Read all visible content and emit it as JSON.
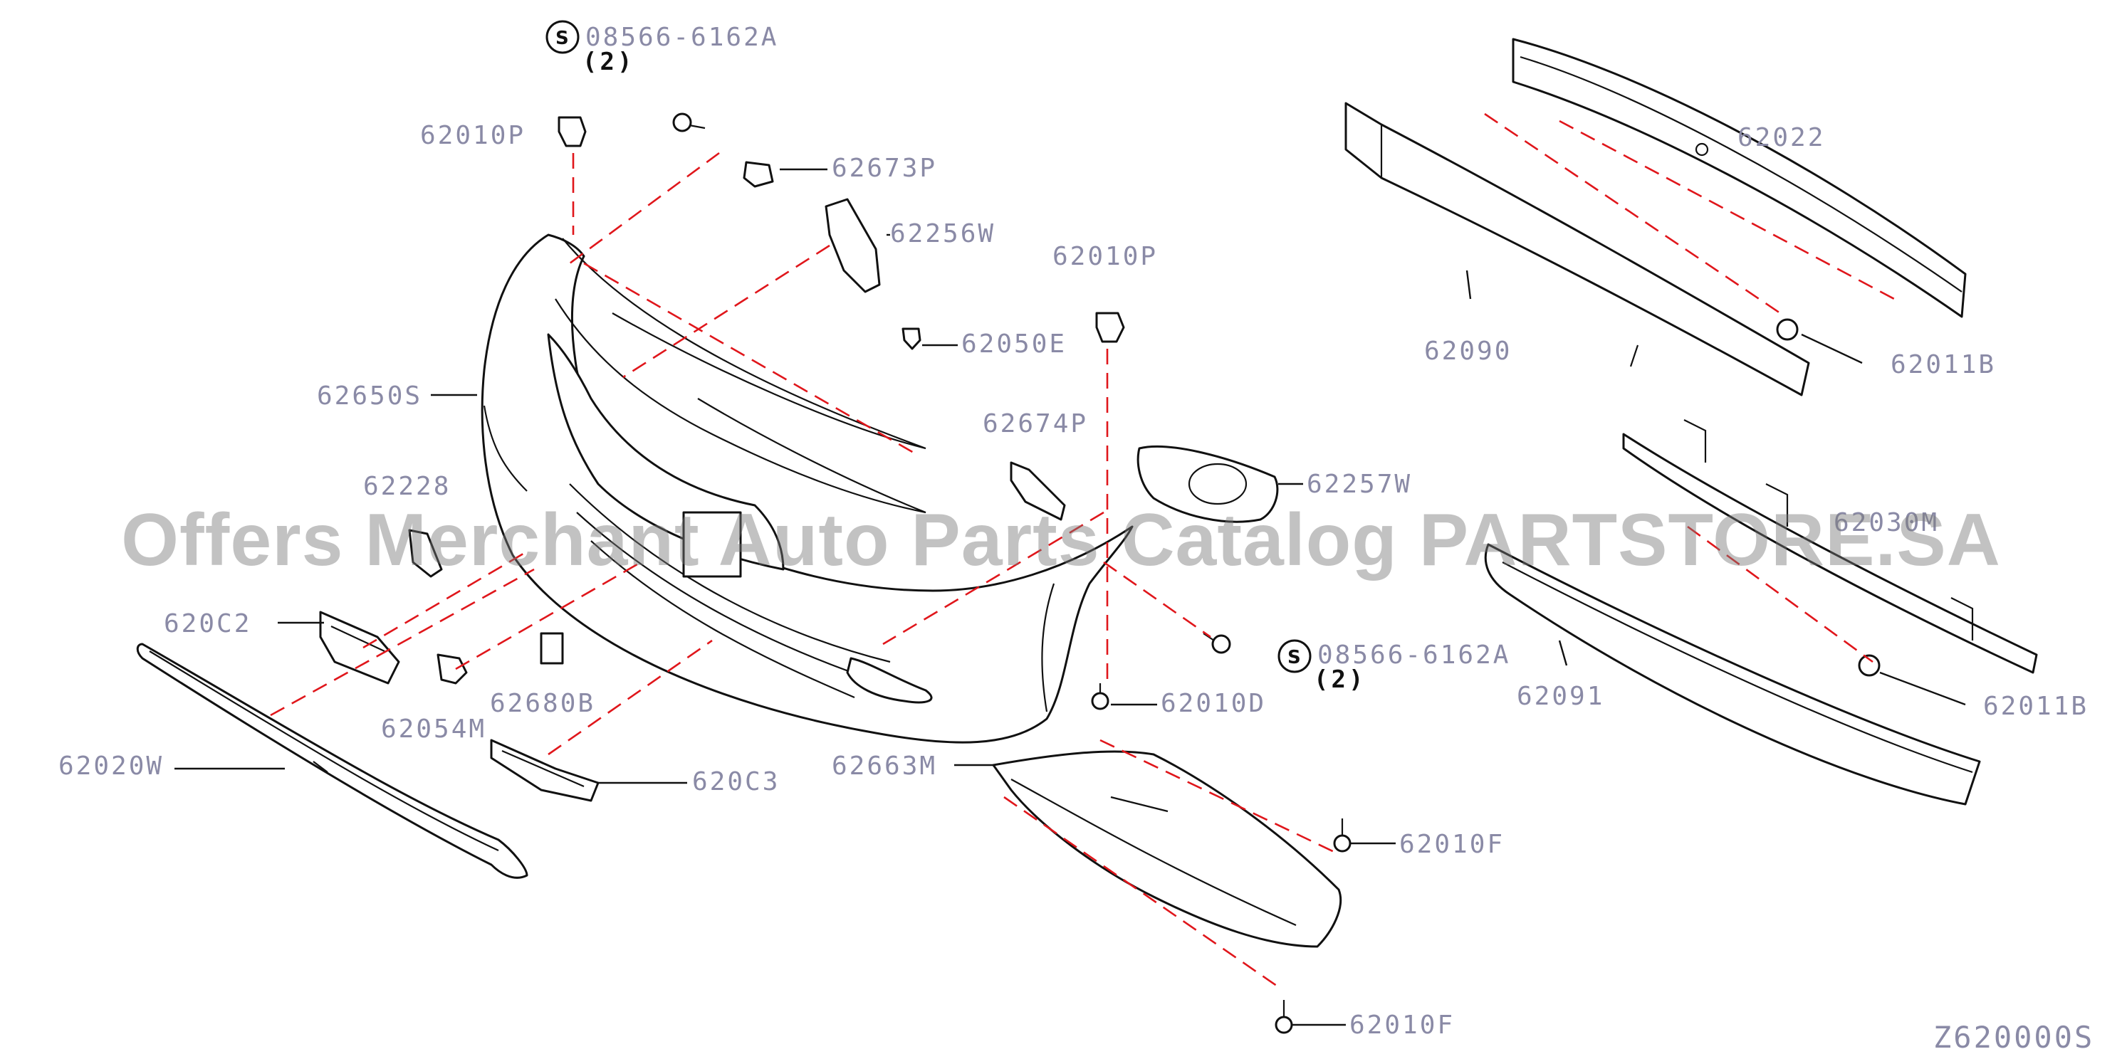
{
  "diagram": {
    "catalog_code": "Z620000S",
    "watermark": "Offers Merchant Auto Parts Catalog PARTSTORE.SA",
    "screw_symbol": "S",
    "labels": {
      "screw_top": "08566-6162A",
      "screw_top_qty": "(2)",
      "screw_mid": "08566-6162A",
      "screw_mid_qty": "(2)",
      "p62010P_a": "62010P",
      "p62010P_b": "62010P",
      "p62673P": "62673P",
      "p62256W": "62256W",
      "p62050E": "62050E",
      "p62650S": "62650S",
      "p62674P": "62674P",
      "p62228": "62228",
      "p62257W": "62257W",
      "p620C2": "620C2",
      "p62680B": "62680B",
      "p62054M": "62054M",
      "p62020W": "62020W",
      "p620C3": "620C3",
      "p62010D": "62010D",
      "p62663M": "62663M",
      "p62010F_a": "62010F",
      "p62010F_b": "62010F",
      "p62022": "62022",
      "p62090": "62090",
      "p62011B_a": "62011B",
      "p62030M": "62030M",
      "p62091": "62091",
      "p62011B_b": "62011B"
    }
  }
}
